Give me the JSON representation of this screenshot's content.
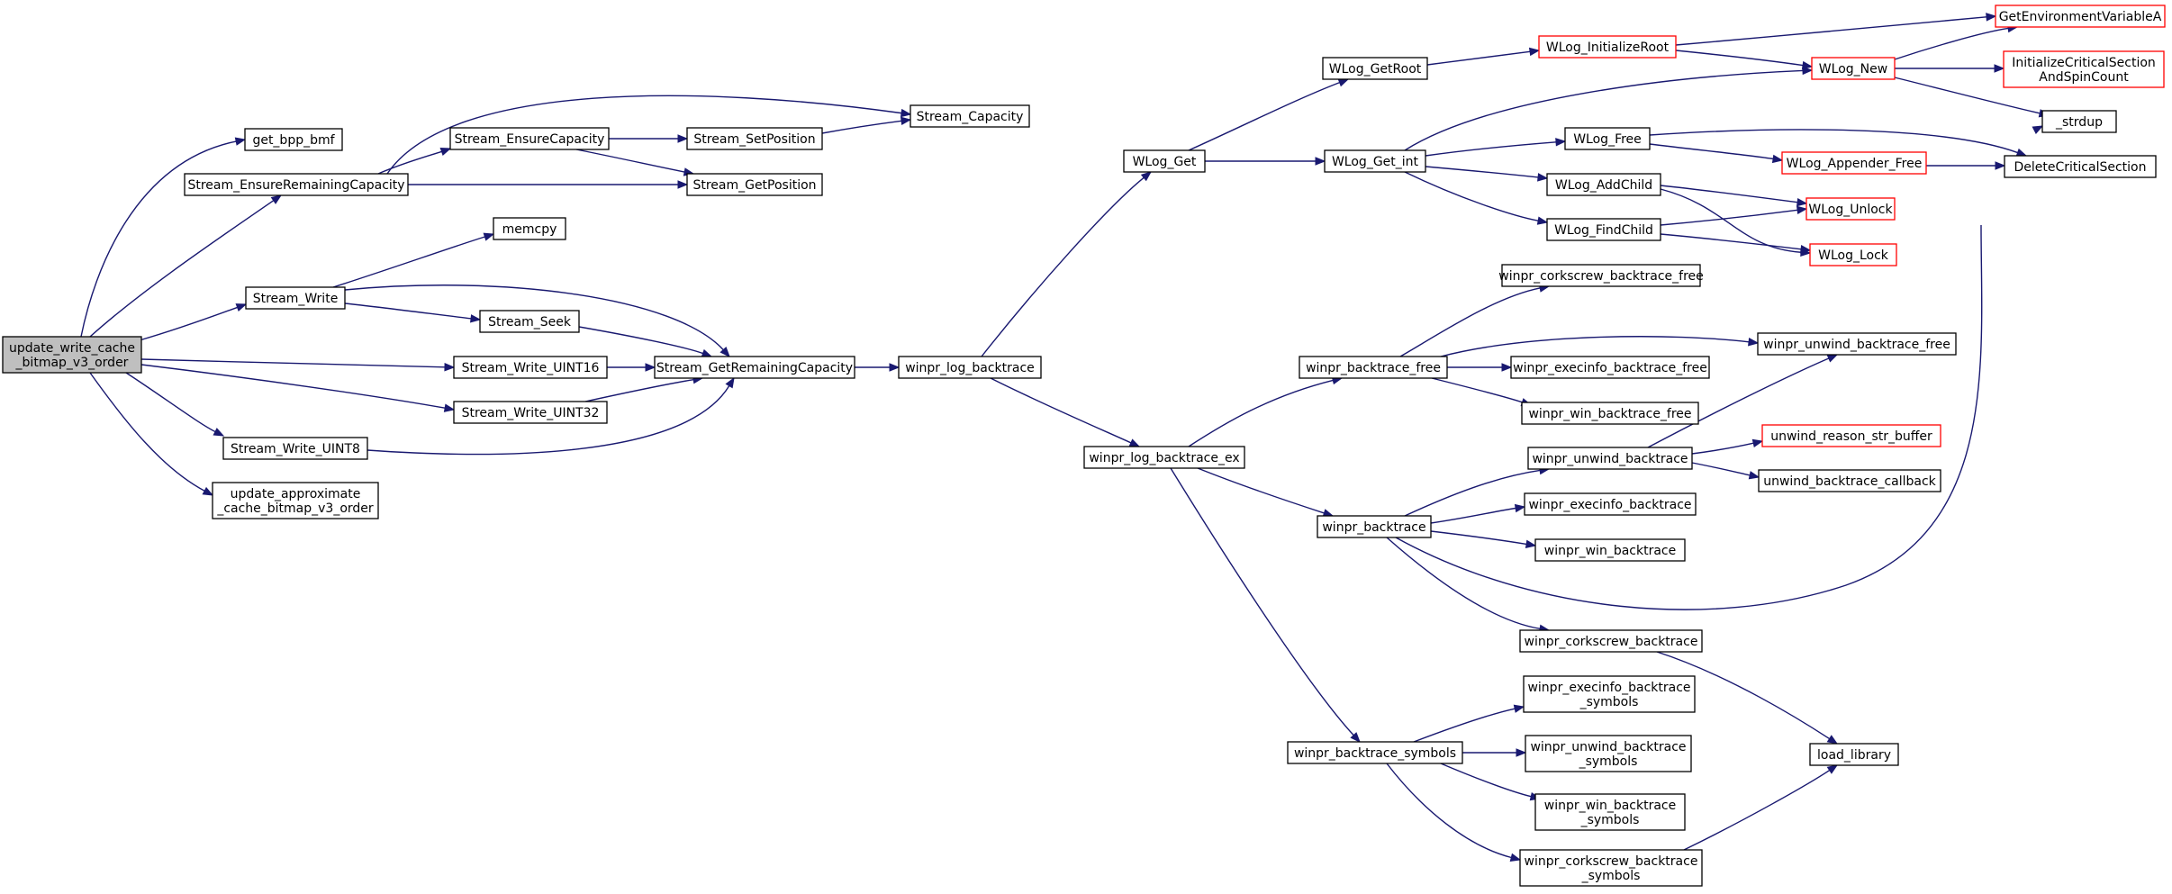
{
  "colors": {
    "edge": "#191970",
    "node_border": "#000000",
    "truncated_border": "#ff0000",
    "root_fill": "#bfbfbf"
  },
  "nodes": [
    {
      "id": "root",
      "lines": [
        "update_write_cache",
        "_bitmap_v3_order"
      ],
      "root": true
    },
    {
      "id": "get_bpp_bmf",
      "lines": [
        "get_bpp_bmf"
      ]
    },
    {
      "id": "Stream_EnsureRemainingCapacity",
      "lines": [
        "Stream_EnsureRemainingCapacity"
      ]
    },
    {
      "id": "Stream_EnsureCapacity",
      "lines": [
        "Stream_EnsureCapacity"
      ]
    },
    {
      "id": "Stream_SetPosition",
      "lines": [
        "Stream_SetPosition"
      ]
    },
    {
      "id": "Stream_Capacity",
      "lines": [
        "Stream_Capacity"
      ]
    },
    {
      "id": "Stream_GetPosition",
      "lines": [
        "Stream_GetPosition"
      ]
    },
    {
      "id": "memcpy",
      "lines": [
        "memcpy"
      ]
    },
    {
      "id": "Stream_Write",
      "lines": [
        "Stream_Write"
      ]
    },
    {
      "id": "Stream_Seek",
      "lines": [
        "Stream_Seek"
      ]
    },
    {
      "id": "Stream_GetRemainingCapacity",
      "lines": [
        "Stream_GetRemainingCapacity"
      ]
    },
    {
      "id": "Stream_Write_UINT16",
      "lines": [
        "Stream_Write_UINT16"
      ]
    },
    {
      "id": "Stream_Write_UINT32",
      "lines": [
        "Stream_Write_UINT32"
      ]
    },
    {
      "id": "Stream_Write_UINT8",
      "lines": [
        "Stream_Write_UINT8"
      ]
    },
    {
      "id": "update_approximate",
      "lines": [
        "update_approximate",
        "_cache_bitmap_v3_order"
      ]
    },
    {
      "id": "winpr_log_backtrace",
      "lines": [
        "winpr_log_backtrace"
      ]
    },
    {
      "id": "WLog_Get",
      "lines": [
        "WLog_Get"
      ]
    },
    {
      "id": "winpr_log_backtrace_ex",
      "lines": [
        "winpr_log_backtrace_ex"
      ]
    },
    {
      "id": "WLog_GetRoot",
      "lines": [
        "WLog_GetRoot"
      ]
    },
    {
      "id": "WLog_Get_int",
      "lines": [
        "WLog_Get_int"
      ]
    },
    {
      "id": "WLog_InitializeRoot",
      "lines": [
        "WLog_InitializeRoot"
      ],
      "red": true
    },
    {
      "id": "GetEnvironmentVariableA",
      "lines": [
        "GetEnvironmentVariableA"
      ],
      "red": true
    },
    {
      "id": "WLog_New",
      "lines": [
        "WLog_New"
      ],
      "red": true
    },
    {
      "id": "InitializeCriticalSection",
      "lines": [
        "InitializeCriticalSection",
        "AndSpinCount"
      ],
      "red": true
    },
    {
      "id": "_strdup",
      "lines": [
        "_strdup"
      ]
    },
    {
      "id": "WLog_Free",
      "lines": [
        "WLog_Free"
      ]
    },
    {
      "id": "WLog_Appender_Free",
      "lines": [
        "WLog_Appender_Free"
      ],
      "red": true
    },
    {
      "id": "DeleteCriticalSection",
      "lines": [
        "DeleteCriticalSection"
      ]
    },
    {
      "id": "WLog_AddChild",
      "lines": [
        "WLog_AddChild"
      ]
    },
    {
      "id": "WLog_Unlock",
      "lines": [
        "WLog_Unlock"
      ],
      "red": true
    },
    {
      "id": "WLog_FindChild",
      "lines": [
        "WLog_FindChild"
      ]
    },
    {
      "id": "WLog_Lock",
      "lines": [
        "WLog_Lock"
      ],
      "red": true
    },
    {
      "id": "winpr_corkscrew_backtrace_free",
      "lines": [
        "winpr_corkscrew_backtrace_free"
      ]
    },
    {
      "id": "winpr_backtrace_free",
      "lines": [
        "winpr_backtrace_free"
      ]
    },
    {
      "id": "winpr_unwind_backtrace_free",
      "lines": [
        "winpr_unwind_backtrace_free"
      ]
    },
    {
      "id": "winpr_execinfo_backtrace_free",
      "lines": [
        "winpr_execinfo_backtrace_free"
      ]
    },
    {
      "id": "winpr_win_backtrace_free",
      "lines": [
        "winpr_win_backtrace_free"
      ]
    },
    {
      "id": "winpr_unwind_backtrace",
      "lines": [
        "winpr_unwind_backtrace"
      ]
    },
    {
      "id": "unwind_reason_str_buffer",
      "lines": [
        "unwind_reason_str_buffer"
      ],
      "red": true
    },
    {
      "id": "unwind_backtrace_callback",
      "lines": [
        "unwind_backtrace_callback"
      ]
    },
    {
      "id": "winpr_backtrace",
      "lines": [
        "winpr_backtrace"
      ]
    },
    {
      "id": "winpr_execinfo_backtrace",
      "lines": [
        "winpr_execinfo_backtrace"
      ]
    },
    {
      "id": "winpr_win_backtrace",
      "lines": [
        "winpr_win_backtrace"
      ]
    },
    {
      "id": "winpr_corkscrew_backtrace",
      "lines": [
        "winpr_corkscrew_backtrace"
      ]
    },
    {
      "id": "load_library",
      "lines": [
        "load_library"
      ]
    },
    {
      "id": "winpr_backtrace_symbols",
      "lines": [
        "winpr_backtrace_symbols"
      ]
    },
    {
      "id": "winpr_execinfo_backtrace_symbols",
      "lines": [
        "winpr_execinfo_backtrace",
        "_symbols"
      ]
    },
    {
      "id": "winpr_unwind_backtrace_symbols",
      "lines": [
        "winpr_unwind_backtrace",
        "_symbols"
      ]
    },
    {
      "id": "winpr_win_backtrace_symbols",
      "lines": [
        "winpr_win_backtrace",
        "_symbols"
      ]
    },
    {
      "id": "winpr_corkscrew_backtrace_symbols",
      "lines": [
        "winpr_corkscrew_backtrace",
        "_symbols"
      ]
    }
  ],
  "edges": [
    [
      "root",
      "get_bpp_bmf"
    ],
    [
      "root",
      "Stream_EnsureRemainingCapacity"
    ],
    [
      "root",
      "Stream_Write"
    ],
    [
      "root",
      "Stream_Write_UINT16"
    ],
    [
      "root",
      "Stream_Write_UINT32"
    ],
    [
      "root",
      "Stream_Write_UINT8"
    ],
    [
      "root",
      "update_approximate"
    ],
    [
      "Stream_EnsureRemainingCapacity",
      "Stream_EnsureCapacity"
    ],
    [
      "Stream_EnsureRemainingCapacity",
      "Stream_Capacity"
    ],
    [
      "Stream_EnsureRemainingCapacity",
      "Stream_GetPosition"
    ],
    [
      "Stream_EnsureCapacity",
      "Stream_SetPosition"
    ],
    [
      "Stream_EnsureCapacity",
      "Stream_GetPosition"
    ],
    [
      "Stream_SetPosition",
      "Stream_Capacity"
    ],
    [
      "Stream_Write",
      "memcpy"
    ],
    [
      "Stream_Write",
      "Stream_Seek"
    ],
    [
      "Stream_Write",
      "Stream_GetRemainingCapacity"
    ],
    [
      "Stream_Seek",
      "Stream_GetRemainingCapacity"
    ],
    [
      "Stream_Write_UINT16",
      "Stream_GetRemainingCapacity"
    ],
    [
      "Stream_Write_UINT32",
      "Stream_GetRemainingCapacity"
    ],
    [
      "Stream_Write_UINT8",
      "Stream_GetRemainingCapacity"
    ],
    [
      "Stream_GetRemainingCapacity",
      "winpr_log_backtrace"
    ],
    [
      "winpr_log_backtrace",
      "WLog_Get"
    ],
    [
      "winpr_log_backtrace",
      "winpr_log_backtrace_ex"
    ],
    [
      "WLog_Get",
      "WLog_GetRoot"
    ],
    [
      "WLog_Get",
      "WLog_Get_int"
    ],
    [
      "WLog_GetRoot",
      "WLog_InitializeRoot"
    ],
    [
      "WLog_InitializeRoot",
      "GetEnvironmentVariableA"
    ],
    [
      "WLog_InitializeRoot",
      "WLog_New"
    ],
    [
      "WLog_New",
      "GetEnvironmentVariableA"
    ],
    [
      "WLog_New",
      "InitializeCriticalSection"
    ],
    [
      "WLog_New",
      "_strdup"
    ],
    [
      "WLog_Get_int",
      "WLog_New"
    ],
    [
      "WLog_Get_int",
      "WLog_Free"
    ],
    [
      "WLog_Get_int",
      "WLog_AddChild"
    ],
    [
      "WLog_Get_int",
      "WLog_FindChild"
    ],
    [
      "WLog_Free",
      "WLog_Appender_Free"
    ],
    [
      "WLog_Free",
      "DeleteCriticalSection"
    ],
    [
      "WLog_Appender_Free",
      "DeleteCriticalSection"
    ],
    [
      "WLog_AddChild",
      "WLog_Unlock"
    ],
    [
      "WLog_AddChild",
      "WLog_Lock"
    ],
    [
      "WLog_FindChild",
      "WLog_Unlock"
    ],
    [
      "WLog_FindChild",
      "WLog_Lock"
    ],
    [
      "winpr_log_backtrace_ex",
      "winpr_backtrace_free"
    ],
    [
      "winpr_log_backtrace_ex",
      "winpr_backtrace"
    ],
    [
      "winpr_log_backtrace_ex",
      "winpr_backtrace_symbols"
    ],
    [
      "winpr_backtrace_free",
      "winpr_corkscrew_backtrace_free"
    ],
    [
      "winpr_backtrace_free",
      "winpr_unwind_backtrace_free"
    ],
    [
      "winpr_backtrace_free",
      "winpr_execinfo_backtrace_free"
    ],
    [
      "winpr_backtrace_free",
      "winpr_win_backtrace_free"
    ],
    [
      "winpr_backtrace",
      "winpr_unwind_backtrace"
    ],
    [
      "winpr_backtrace",
      "winpr_execinfo_backtrace"
    ],
    [
      "winpr_backtrace",
      "winpr_win_backtrace"
    ],
    [
      "winpr_backtrace",
      "winpr_corkscrew_backtrace"
    ],
    [
      "winpr_backtrace",
      "_strdup"
    ],
    [
      "winpr_unwind_backtrace",
      "winpr_unwind_backtrace_free"
    ],
    [
      "winpr_unwind_backtrace",
      "unwind_reason_str_buffer"
    ],
    [
      "winpr_unwind_backtrace",
      "unwind_backtrace_callback"
    ],
    [
      "winpr_corkscrew_backtrace",
      "load_library"
    ],
    [
      "winpr_backtrace_symbols",
      "winpr_execinfo_backtrace_symbols"
    ],
    [
      "winpr_backtrace_symbols",
      "winpr_unwind_backtrace_symbols"
    ],
    [
      "winpr_backtrace_symbols",
      "winpr_win_backtrace_symbols"
    ],
    [
      "winpr_backtrace_symbols",
      "winpr_corkscrew_backtrace_symbols"
    ],
    [
      "winpr_corkscrew_backtrace_symbols",
      "load_library"
    ]
  ]
}
